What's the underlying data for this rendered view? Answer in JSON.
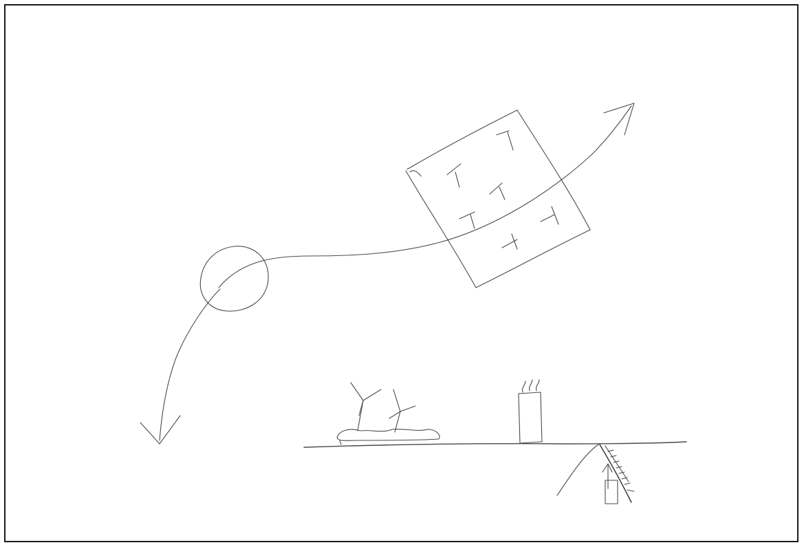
{
  "drawing": {
    "ink_color": "#4a4a4a",
    "paper_color": "#ffffff",
    "frame_color": "#1a1a1a",
    "elements": [
      "curved-arrow-up-right",
      "curved-arrow-down-left",
      "circle-node",
      "solar-panel-square",
      "ground-line",
      "wind-turbines-on-hill",
      "chimney-with-smoke",
      "underground-well-with-arrow"
    ]
  }
}
